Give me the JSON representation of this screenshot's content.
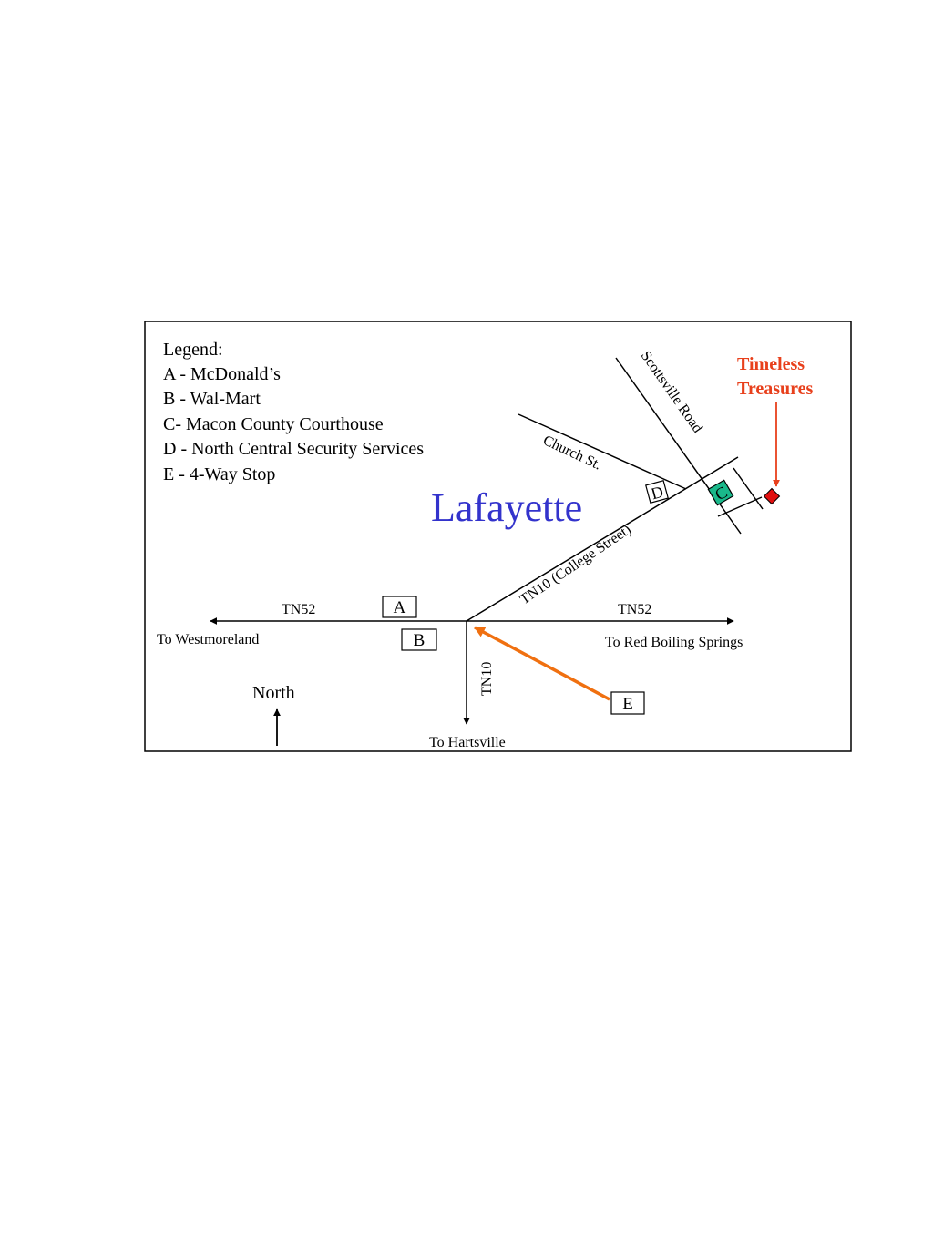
{
  "legend": {
    "title": "Legend:",
    "items": [
      "A - McDonald’s",
      "B - Wal-Mart",
      "C- Macon County Courthouse",
      "D - North Central Security Services",
      "E - 4-Way Stop"
    ]
  },
  "town": "Lafayette",
  "destination": {
    "line1": "Timeless",
    "line2": "Treasures",
    "color": "#e8401c"
  },
  "roads": {
    "scottsville": "Scottsville Road",
    "church": "Church St.",
    "college": "TN10 (College Street)",
    "tn52_left": "TN52",
    "tn52_right": "TN52",
    "tn10_south": "TN10"
  },
  "directions": {
    "west": "To Westmoreland",
    "east": "To Red Boiling Springs",
    "south": "To Hartsville"
  },
  "markers": {
    "a": "A",
    "b": "B",
    "c": "C",
    "d": "D",
    "e": "E"
  },
  "compass": "North",
  "colors": {
    "town": "#3333cc",
    "courthouse": "#1ab88a",
    "destination_marker": "#e01010",
    "stop_arrow": "#f07010"
  }
}
